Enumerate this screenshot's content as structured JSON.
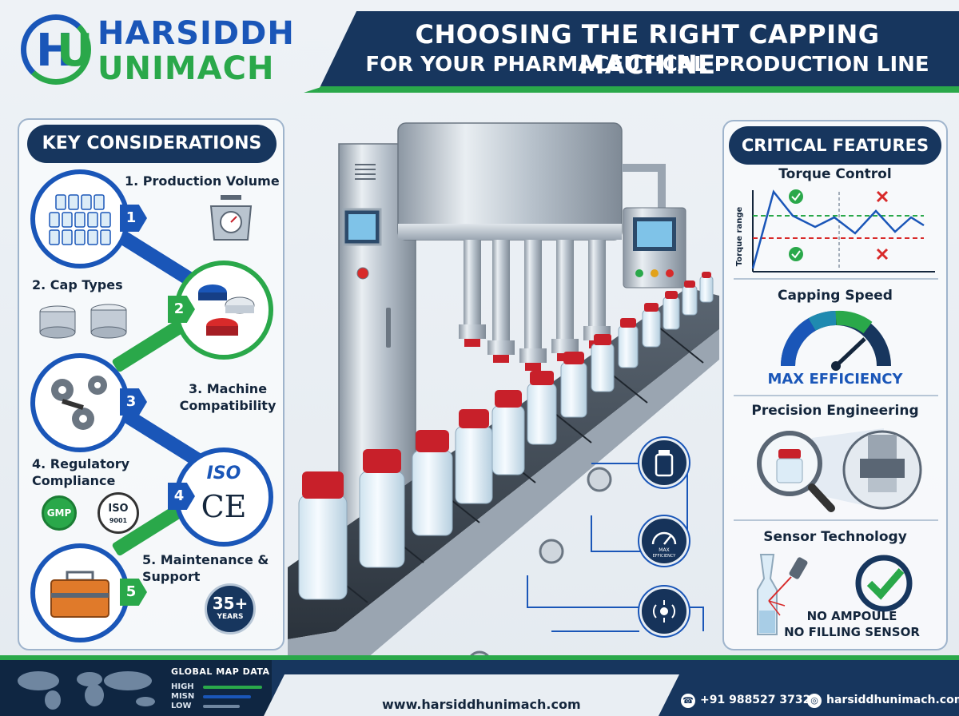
{
  "brand": {
    "line1": "HARSIDDH",
    "line2": "UNIMACH",
    "mark_h": "H",
    "mark_u": "U"
  },
  "header": {
    "title_line1": "CHOOSING THE RIGHT CAPPING MACHINE",
    "title_line2": "FOR YOUR PHARMACEUTICAL PRODUCTION LINE"
  },
  "key_considerations": {
    "heading": "KEY CONSIDERATIONS",
    "steps": [
      {
        "number": "1",
        "label": "1. Production Volume"
      },
      {
        "number": "2",
        "label": "2. Cap Types"
      },
      {
        "number": "3",
        "label": "3. Machine Compatibility"
      },
      {
        "number": "4",
        "label": "4. Regulatory Compliance"
      },
      {
        "number": "5",
        "label": "5. Maintenance & Support"
      }
    ],
    "badges": {
      "gmp": "GMP",
      "iso": "ISO",
      "iso_number": "9001",
      "ce": "CE",
      "iso_circle": "ISO",
      "years_number": "35+",
      "years_text": "YEARS"
    }
  },
  "critical_features": {
    "heading": "CRITICAL FEATURES",
    "torque": {
      "title": "Torque Control",
      "axis_label": "Torque range"
    },
    "speed": {
      "title": "Capping Speed",
      "caption": "MAX EFFICIENCY"
    },
    "precision": {
      "title": "Precision Engineering"
    },
    "sensor": {
      "title": "Sensor Technology",
      "caption_line1": "NO AMPOULE",
      "caption_line2": "NO FILLING SENSOR"
    }
  },
  "detail_icons": {
    "gauge_text_1": "MAX",
    "gauge_text_2": "EFFICIENCY"
  },
  "footer": {
    "map_title": "GLOBAL MAP DATA",
    "map_rows": [
      "HIGH",
      "MISN",
      "LOW"
    ],
    "website": "www.harsiddhunimach.com",
    "phone": "+91 988527 3732",
    "web_contact": "harsiddhunimach.com"
  },
  "colors": {
    "navy": "#17365e",
    "blue": "#1a56b8",
    "green": "#2aa84a",
    "red_cap": "#c8202a"
  },
  "icons": [
    "check-icon",
    "cross-icon",
    "phone-icon",
    "globe-icon",
    "gauge-icon",
    "vial-icon",
    "sensor-icon",
    "magnifier-icon",
    "toolbox-icon",
    "gears-icon",
    "scale-icon"
  ]
}
